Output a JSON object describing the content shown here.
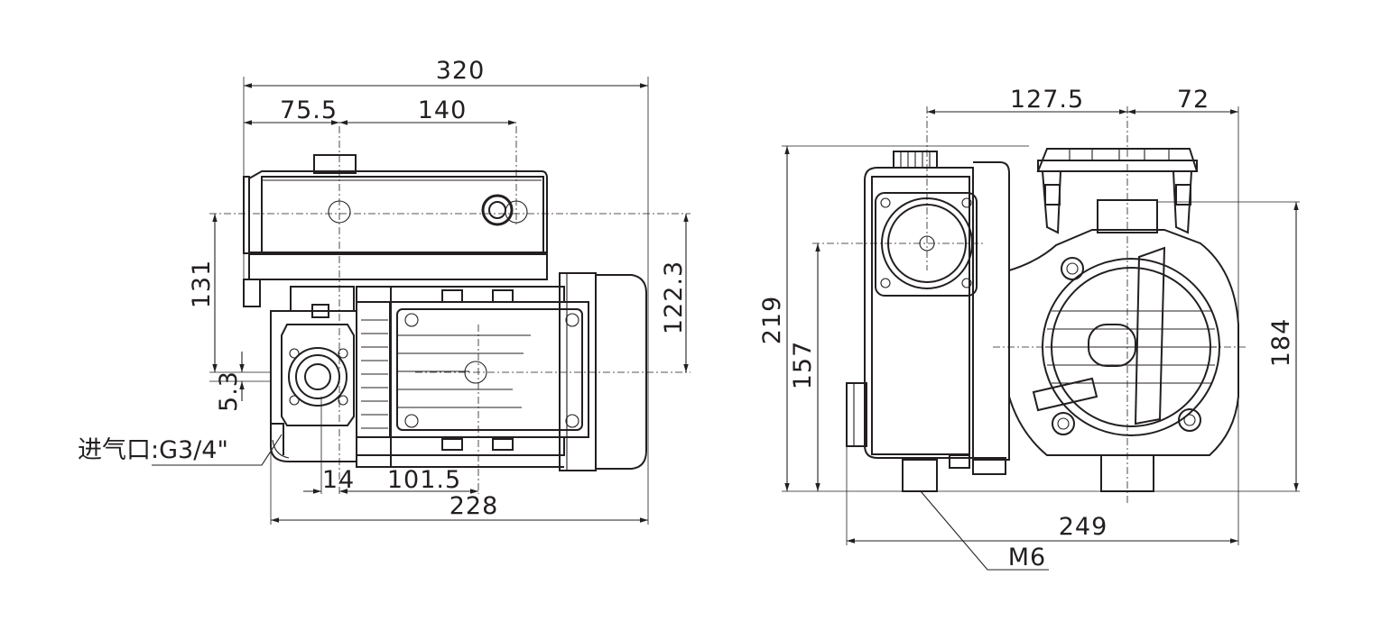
{
  "side_view": {
    "dims": {
      "overall_width": "320",
      "offset_left": "75.5",
      "offset_mid": "140",
      "height_left": "131",
      "height_right": "122.3",
      "small_offset": "5.3",
      "inlet_offset": "14",
      "motor_offset": "101.5",
      "base_width": "228"
    },
    "inlet_label": "进气口:G3/4\""
  },
  "front_view": {
    "dims": {
      "top_left": "127.5",
      "top_right": "72",
      "overall_height": "219",
      "inner_height": "157",
      "right_height": "184",
      "base_width": "249"
    },
    "bolt_label": "M6"
  },
  "colors": {
    "line": "#231f20",
    "background": "#ffffff"
  }
}
